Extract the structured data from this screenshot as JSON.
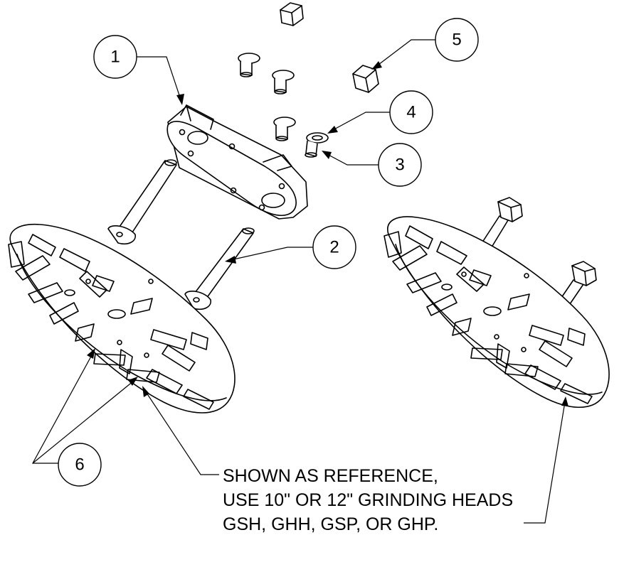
{
  "callouts": [
    {
      "id": "1",
      "label": "1"
    },
    {
      "id": "2",
      "label": "2"
    },
    {
      "id": "3",
      "label": "3"
    },
    {
      "id": "4",
      "label": "4"
    },
    {
      "id": "5",
      "label": "5"
    },
    {
      "id": "6",
      "label": "6"
    }
  ],
  "note": {
    "lines": [
      "SHOWN AS REFERENCE,",
      "USE 10\" OR 12\" GRINDING HEADS",
      "GSH, GHH, GSP, OR GHP."
    ]
  }
}
